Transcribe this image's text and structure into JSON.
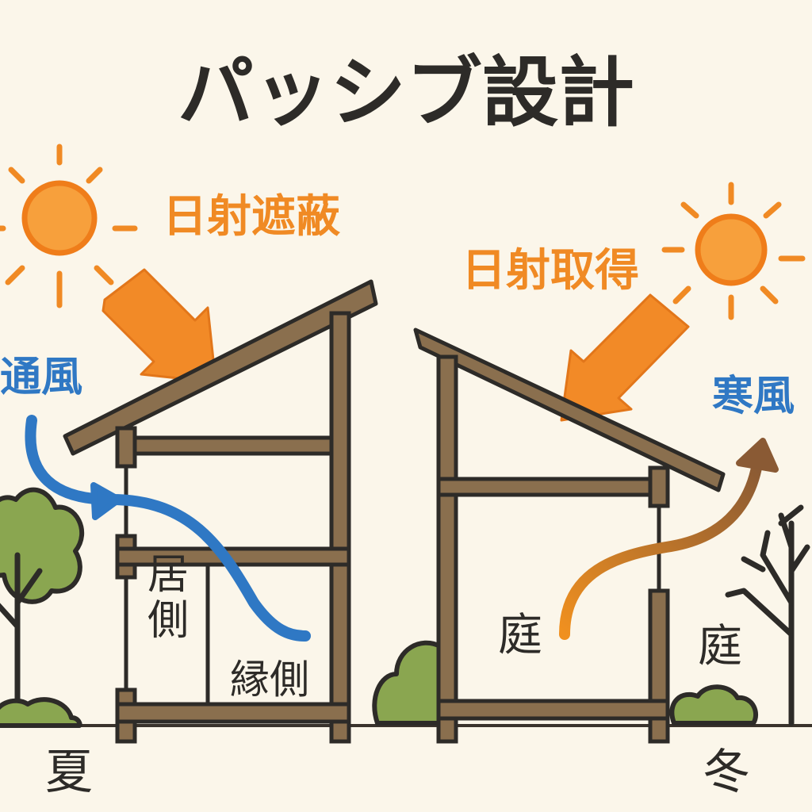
{
  "title": "パッシブ設計",
  "labels": {
    "shading": "日射遮蔽",
    "gain": "日射取得",
    "ventilation": "通風",
    "cold_wind": "寒風",
    "room_a": "居側",
    "room_b": "縁側",
    "garden_inside": "庭",
    "garden_outside": "庭",
    "summer": "夏",
    "winter": "冬"
  },
  "colors": {
    "background": "#fbf6ea",
    "text": "#2d2b28",
    "sun": "#f7a03c",
    "sun_outline": "#ef7d1a",
    "accent_orange": "#f08a24",
    "accent_blue": "#2f78c4",
    "wood": "#8a6f4e",
    "tree_green": "#8aa650"
  }
}
